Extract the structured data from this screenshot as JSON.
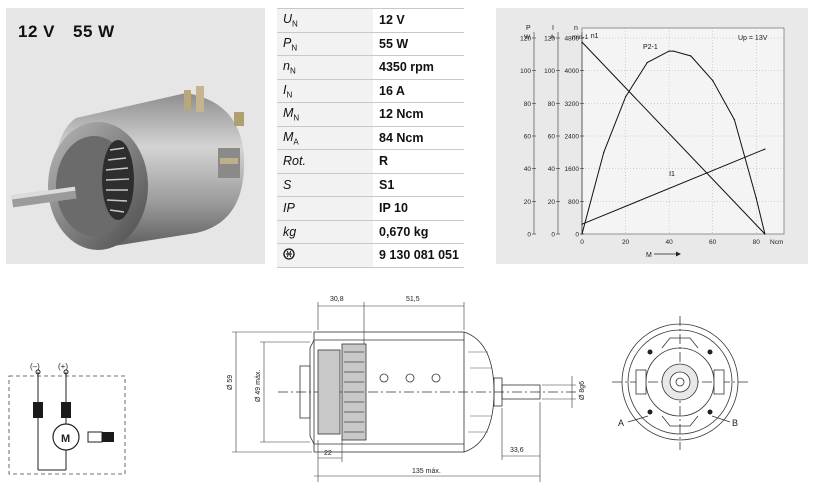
{
  "header": {
    "voltage": "12 V",
    "power": "55 W"
  },
  "specs": [
    {
      "sym": "U",
      "sub": "N",
      "value": "12 V"
    },
    {
      "sym": "P",
      "sub": "N",
      "value": "55 W"
    },
    {
      "sym": "n",
      "sub": "N",
      "value": "4350 rpm"
    },
    {
      "sym": "I",
      "sub": "N",
      "value": "16 A"
    },
    {
      "sym": "M",
      "sub": "N",
      "value": "12 Ncm"
    },
    {
      "sym": "M",
      "sub": "A",
      "value": "84 Ncm"
    },
    {
      "sym": "Rot.",
      "sub": "",
      "value": "R"
    },
    {
      "sym": "S",
      "sub": "",
      "value": "S1"
    },
    {
      "sym": "IP",
      "sub": "",
      "value": "IP 10"
    },
    {
      "sym": "kg",
      "sub": "",
      "value": "0,670 kg"
    },
    {
      "sym": "",
      "sub": "",
      "value": "9 130 081 051",
      "icon": "bosch-logo-icon"
    }
  ],
  "chart_data": {
    "type": "line",
    "title": "",
    "xlabel": "M",
    "x_unit": "Ncm",
    "xlim": [
      0,
      90
    ],
    "x_ticks": [
      0,
      20,
      40,
      60,
      80
    ],
    "axes_left": [
      {
        "name": "P",
        "unit": "W",
        "ticks": [
          0,
          20,
          40,
          60,
          80,
          100,
          120
        ]
      },
      {
        "name": "I",
        "unit": "A",
        "ticks": [
          0,
          20,
          40,
          60,
          80,
          100,
          120
        ]
      },
      {
        "name": "n",
        "unit": "min-1",
        "ticks": [
          0,
          800,
          1600,
          2400,
          3200,
          4000,
          4800
        ]
      }
    ],
    "ylim": [
      0,
      120
    ],
    "note": "Up = 13V",
    "grid": true,
    "series": [
      {
        "name": "n1",
        "axis": "n",
        "x": [
          0,
          84
        ],
        "y": [
          4700,
          0
        ]
      },
      {
        "name": "P2-1",
        "axis": "P",
        "x": [
          0,
          10,
          20,
          30,
          40,
          42,
          50,
          60,
          70,
          80,
          84
        ],
        "y": [
          0,
          50,
          84,
          105,
          112,
          112,
          109,
          94,
          70,
          22,
          0
        ]
      },
      {
        "name": "I1",
        "axis": "I",
        "x": [
          0,
          84
        ],
        "y": [
          6,
          52
        ]
      }
    ]
  },
  "circuit": {
    "minus": "(–)",
    "plus": "(+)",
    "motor": "M"
  },
  "drawing": {
    "dim_30_8": "30,8",
    "dim_51_5": "51,5",
    "dim_59": "Ø 59",
    "dim_49": "Ø 49 máx.",
    "dim_8g6": "Ø 8g6",
    "dim_22": "22",
    "dim_33_6": "33,6",
    "dim_135": "135 máx.",
    "label_a": "A",
    "label_b": "B"
  }
}
